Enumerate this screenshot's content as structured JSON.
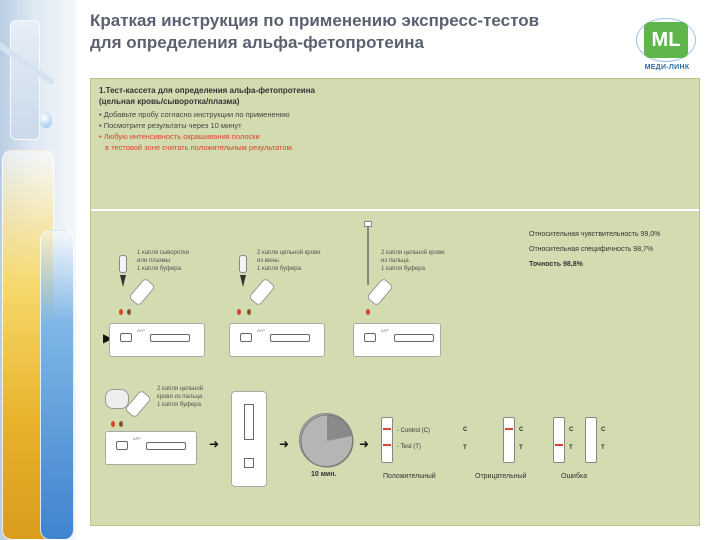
{
  "title": {
    "line1": "Краткая инструкция по применению экспресс-тестов",
    "line2": "для определения альфа-фетопротеина"
  },
  "logo": {
    "mark": "ML",
    "name": "МЕДИ-ЛИНК"
  },
  "section": {
    "title_line1": "1.Тест-кассета для определения альфа-фетопротеина",
    "title_line2": "(цельная кровь/сыворотка/плазма)",
    "bullet1": "• Добавьте пробу согласно инструкции по применению",
    "bullet2": "• Посмотрите результаты через 10 минут",
    "bullet3": "• Любую интенсивность окрашивания полоски",
    "bullet3b": "в тестовой зоне считать положительным результатом."
  },
  "stats": {
    "sensitivity": "Относительная чувствительность 99,0%",
    "specificity": "Относительная специфичность 98,7%",
    "accuracy": "Точность 98,8%"
  },
  "steps": {
    "s1_line1": "1 капля сыворотки",
    "s1_line2": "или плазмы",
    "s1_line3": "1 капля буфера",
    "s2_line1": "2 капли цельной крови",
    "s2_line2": "из вены",
    "s2_line3": "1 капля буфера",
    "s3_line1": "2 капли цельной крови",
    "s3_line2": "из пальца",
    "s3_line3": "1 капля буфера",
    "s4_line1": "2 капли цельной",
    "s4_line2": "крови из пальца",
    "s4_line3": "1 капля буфера"
  },
  "timer": {
    "label": "10 мин."
  },
  "legend": {
    "control": "- Control (C)",
    "test": "- Test (T)",
    "c": "C",
    "t": "T"
  },
  "results": {
    "positive": "Положительный",
    "negative": "Отрицательный",
    "error": "Ошибка"
  }
}
